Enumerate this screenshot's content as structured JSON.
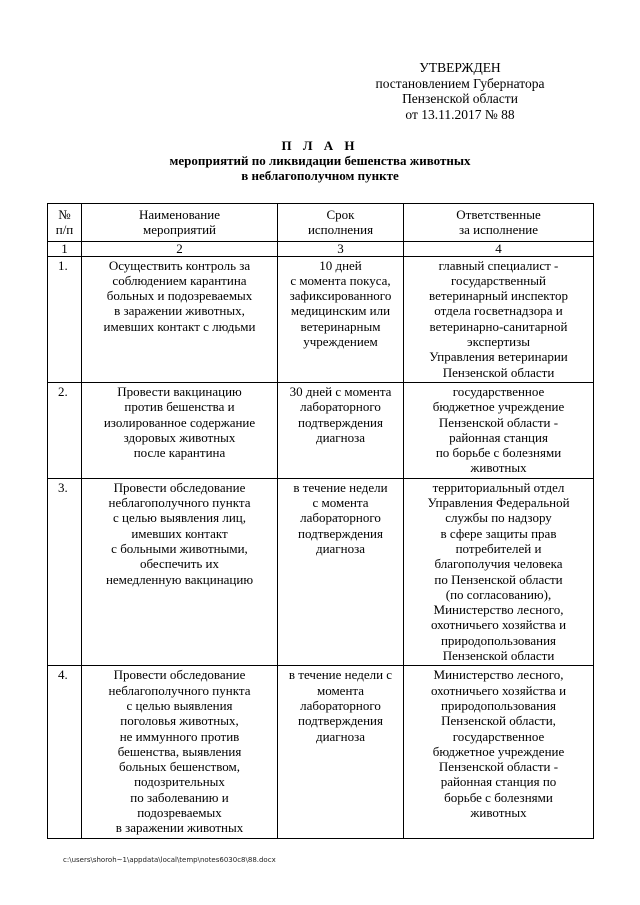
{
  "approval": {
    "line1": "УТВЕРЖДЕН",
    "line2": "постановлением  Губернатора",
    "line3": "Пензенской области",
    "line4": "от  13.11.2017 № 88"
  },
  "title": "П Л А Н",
  "subtitle_line1": "мероприятий по ликвидации бешенства животных",
  "subtitle_line2": "в неблагополучном пункте",
  "table": {
    "headers": [
      [
        "№",
        "п/п"
      ],
      [
        "Наименование",
        "мероприятий"
      ],
      [
        "Срок",
        "исполнения"
      ],
      [
        "Ответственные",
        "за исполнение"
      ]
    ],
    "col_numbers": [
      "1",
      "2",
      "3",
      "4"
    ],
    "rows": [
      {
        "num": "1.",
        "measure": [
          "Осуществить контроль за",
          "соблюдением карантина",
          "больных и подозреваемых",
          "в заражении животных,",
          "имевших контакт с людьми"
        ],
        "term": [
          "10 дней",
          "с момента покуса,",
          "зафиксированного",
          "медицинским или",
          "ветеринарным",
          "учреждением"
        ],
        "responsible": [
          "главный специалист -",
          "государственный",
          "ветеринарный инспектор",
          "отдела госветнадзора и",
          "ветеринарно-санитарной",
          "экспертизы",
          "Управления ветеринарии",
          "Пензенской области"
        ]
      },
      {
        "num": "2.",
        "measure": [
          "Провести вакцинацию",
          "против бешенства и",
          "изолированное содержание",
          "здоровых животных",
          "после карантина"
        ],
        "term": [
          "30 дней с момента",
          "лабораторного",
          "подтверждения",
          "диагноза"
        ],
        "responsible": [
          "государственное",
          "бюджетное учреждение",
          "Пензенской области -",
          "районная станция",
          "по борьбе с болезнями",
          "животных"
        ]
      },
      {
        "num": "3.",
        "measure": [
          "Провести обследование",
          "неблагополучного пункта",
          "с целью выявления лиц,",
          "имевших контакт",
          "с больными животными,",
          "обеспечить их",
          "немедленную вакцинацию"
        ],
        "term": [
          "в течение недели",
          "с момента",
          "лабораторного",
          "подтверждения",
          "диагноза"
        ],
        "responsible": [
          "территориальный отдел",
          "Управления Федеральной",
          "службы по надзору",
          "в сфере защиты прав",
          "потребителей и",
          "благополучия человека",
          "по Пензенской области",
          "(по согласованию),",
          "Министерство  лесного,",
          "охотничьего хозяйства и",
          "природопользования",
          "Пензенской области"
        ]
      },
      {
        "num": "4.",
        "measure": [
          "Провести обследование",
          "неблагополучного пункта",
          "с целью выявления",
          "поголовья животных,",
          "не иммунного против",
          "бешенства, выявления",
          "больных бешенством,",
          "подозрительных",
          "по заболеванию и",
          "подозреваемых",
          "в заражении животных"
        ],
        "term": [
          "в течение недели с",
          "момента",
          "лабораторного",
          "подтверждения",
          "диагноза"
        ],
        "responsible": [
          "Министерство  лесного,",
          "охотничьего хозяйства и",
          "природопользования",
          "Пензенской области,",
          "государственное",
          "бюджетное учреждение",
          "Пензенской области -",
          "районная станция по",
          "борьбе с болезнями",
          "животных"
        ]
      }
    ]
  },
  "footer_path": "c:\\users\\shoroh~1\\appdata\\local\\temp\\notes6030c8\\88.docx"
}
